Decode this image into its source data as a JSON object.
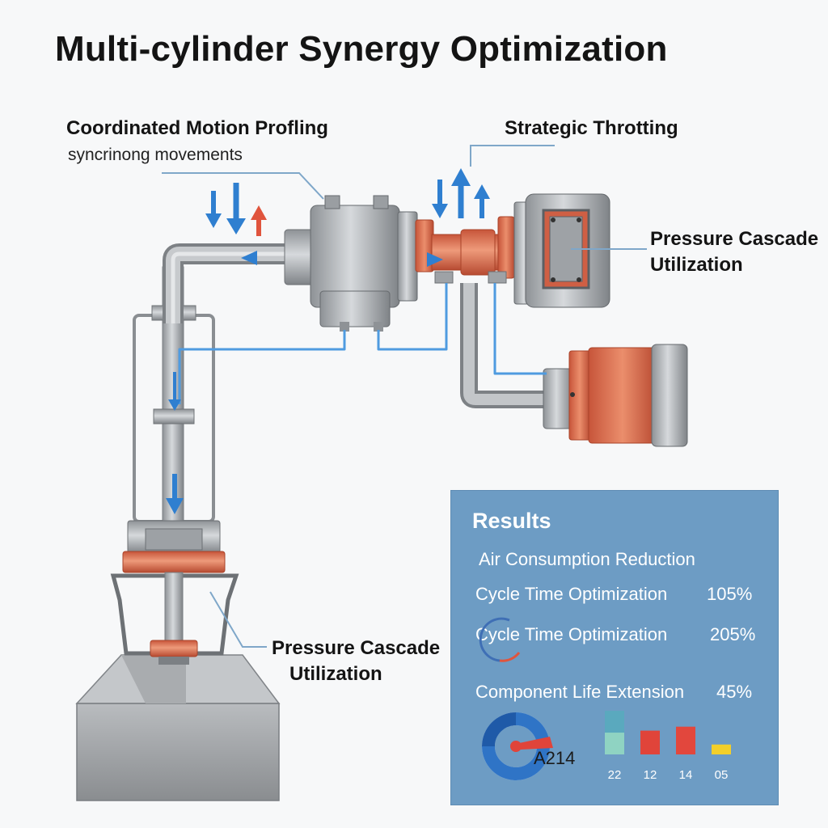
{
  "title": "Multi-cylinder Synergy Optimization",
  "callouts": {
    "motion_title": "Coordinated Motion Profling",
    "motion_sub": "syncrinong movements",
    "throttling": "Strategic Throtting",
    "cascade_right_1": "Pressure Cascade",
    "cascade_right_2": "Utilization",
    "cascade_bottom_1": "Pressure Cascade",
    "cascade_bottom_2": "Utilization"
  },
  "results": {
    "heading": "Results",
    "rows": [
      {
        "label": "Air Consumption Reduction",
        "value": ""
      },
      {
        "label": "Cycle Time Optimization",
        "value": "105%"
      },
      {
        "label": "Cycle Time Optimization",
        "value": "205%"
      },
      {
        "label": "Component Life Extension",
        "value": "45%"
      }
    ],
    "gauge_label": "A214",
    "bars": [
      {
        "label": "22",
        "value": 22,
        "colors": [
          "#5aa9be",
          "#8fd3c2"
        ]
      },
      {
        "label": "12",
        "value": 12,
        "colors": [
          "#e0443a"
        ]
      },
      {
        "label": "14",
        "value": 14,
        "colors": [
          "#e2473d"
        ]
      },
      {
        "label": "05",
        "value": 5,
        "colors": [
          "#f3cf2a"
        ]
      }
    ]
  },
  "colors": {
    "steel": "#a7abaf",
    "copper": "#d9694a",
    "air_line": "#4f9be0",
    "arrow_blue": "#2f7fd0",
    "arrow_red": "#e0543d",
    "panel": "#6d9cc4"
  }
}
